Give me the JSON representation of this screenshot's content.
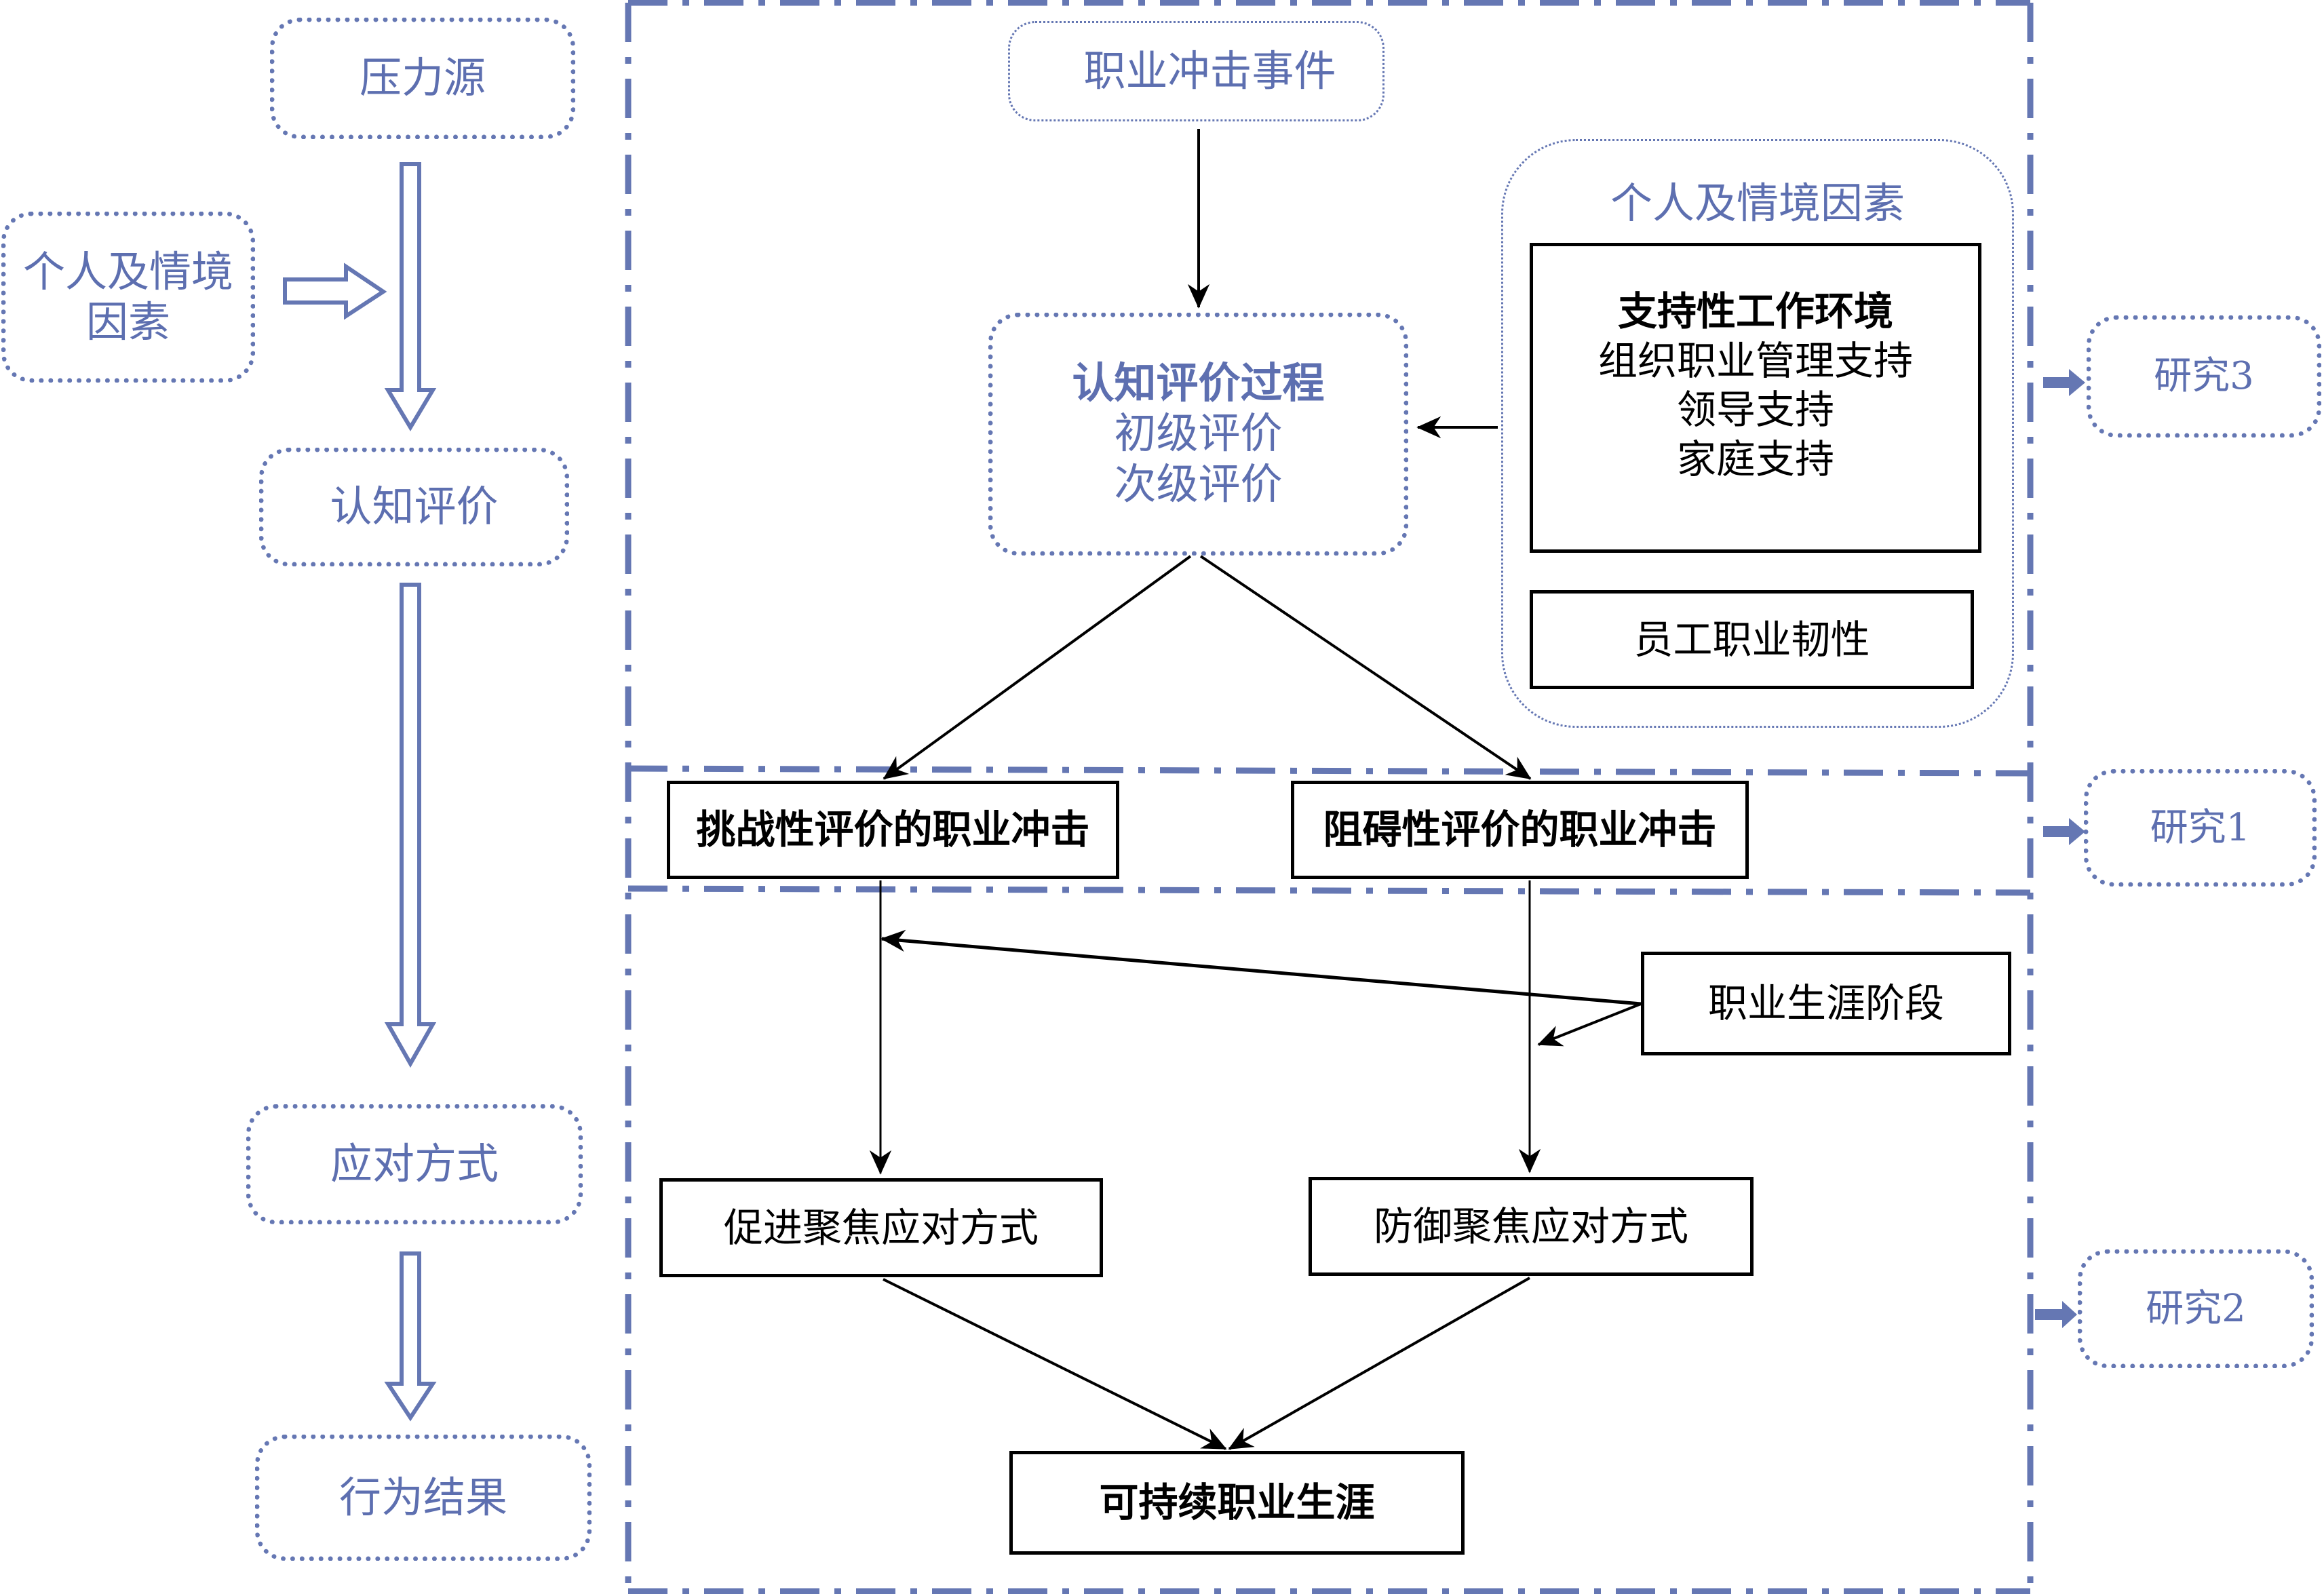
{
  "colors": {
    "accent_blue": "#6577b3",
    "text_blue": "#5d6fb0",
    "line_black": "#000000"
  },
  "left_column": {
    "stressor": "压力源",
    "personal_situational": [
      "个人及情境",
      "因素"
    ],
    "cognitive_appraisal": "认知评价",
    "coping": "应对方式",
    "behavior_outcome": "行为结果"
  },
  "main": {
    "shock_event": "职业冲击事件",
    "appraisal_process": {
      "title": "认知评价过程",
      "lines": [
        "初级评价",
        "次级评价"
      ]
    },
    "factors_group": {
      "title": "个人及情境因素",
      "support_box": {
        "title": "支持性工作环境",
        "lines": [
          "组织职业管理支持",
          "领导支持",
          "家庭支持"
        ]
      },
      "resilience": "员工职业韧性"
    },
    "challenge_shock": "挑战性评价的职业冲击",
    "hindrance_shock": "阻碍性评价的职业冲击",
    "career_stage": "职业生涯阶段",
    "promotion_coping": "促进聚焦应对方式",
    "prevention_coping": "防御聚焦应对方式",
    "sustainable_career": "可持续职业生涯"
  },
  "studies": {
    "study3": "研究3",
    "study1": "研究1",
    "study2": "研究2"
  }
}
